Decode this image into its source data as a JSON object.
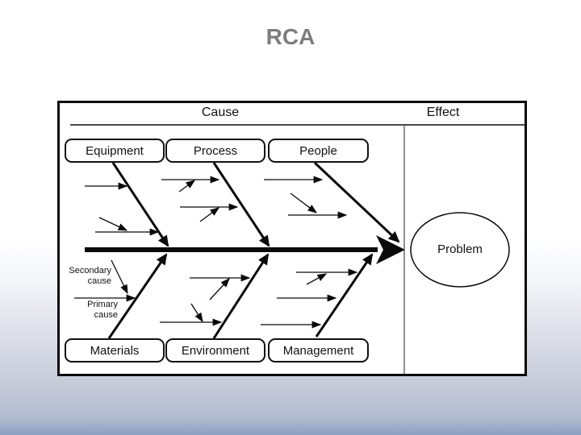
{
  "slide": {
    "title": "RCA"
  },
  "diagram": {
    "headers": {
      "cause": "Cause",
      "effect": "Effect"
    },
    "top_categories": [
      "Equipment",
      "Process",
      "People"
    ],
    "bottom_categories": [
      "Materials",
      "Environment",
      "Management"
    ],
    "effect_label": "Problem",
    "annotations": {
      "secondary": "Secondary cause",
      "primary": "Primary cause"
    },
    "icon_semantics": {
      "spine": "spine-arrow",
      "bones": "cause-bone-arrows",
      "sub_bones": "sub-cause-arrows"
    },
    "colors": {
      "ink": "#0a0a0a",
      "paper": "#ffffff",
      "title_gray": "#7d7d7d",
      "background_top": "#ffffff",
      "background_bottom": "#8ca0c0"
    }
  }
}
